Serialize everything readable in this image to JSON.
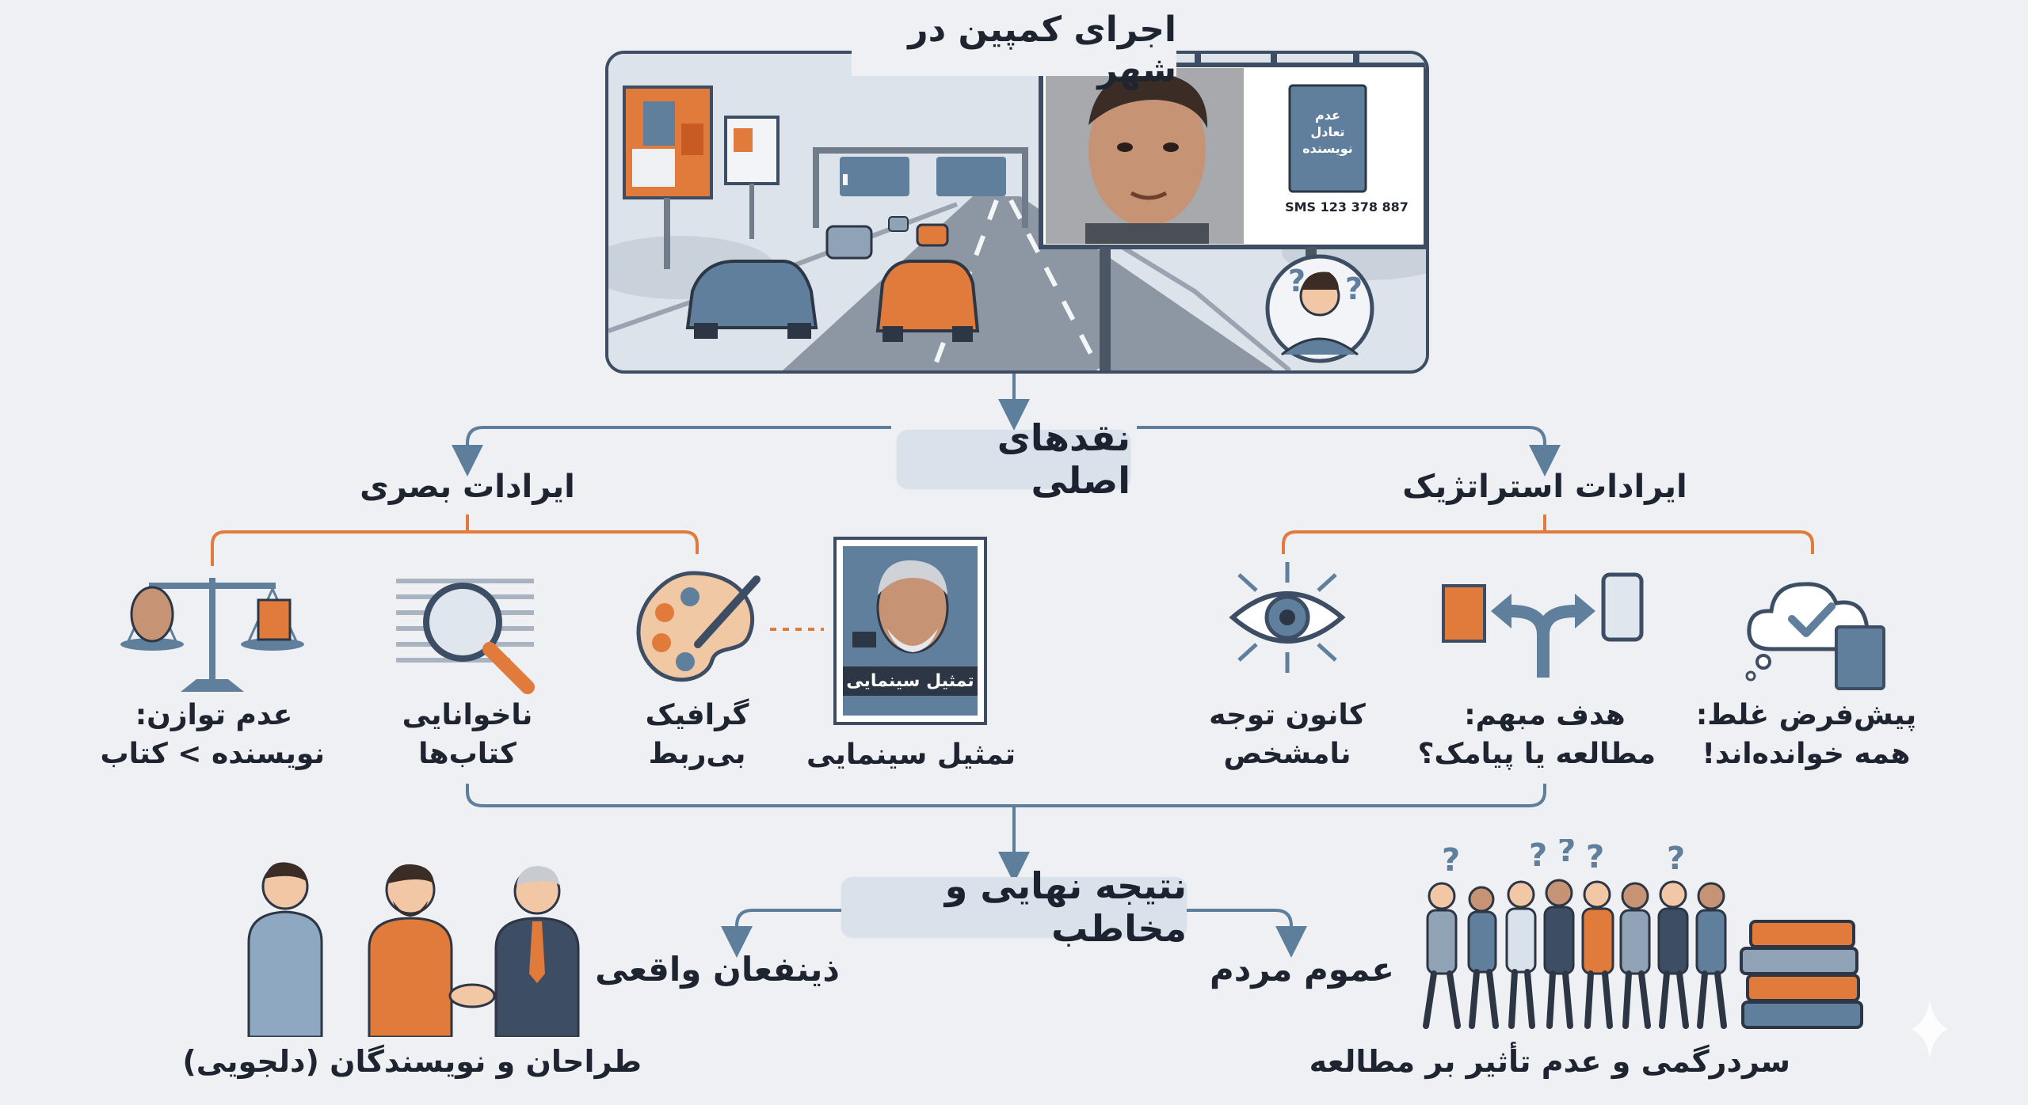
{
  "campaign": {
    "title": "اجرای کمپین در شهر",
    "billboard_book_text": "عدم تعادل\nنویسنده",
    "billboard_sms": "SMS 123 378 887"
  },
  "critiques": {
    "title": "نقدهای اصلی",
    "strategic": {
      "heading": "ایرادات استراتژیک",
      "items": [
        {
          "line1": "پیش‌فرض غلط:",
          "line2": "همه خوانده‌اند!"
        },
        {
          "line1": "هدف مبهم:",
          "line2": "مطالعه یا پیامک؟"
        },
        {
          "line1": "کانون توجه",
          "line2": "نامشخص"
        }
      ]
    },
    "visual": {
      "heading": "ایرادات بصری",
      "items": [
        {
          "line1": "گرافیک",
          "line2": "بی‌ربط"
        },
        {
          "line1": "ناخوانایی",
          "line2": "کتاب‌ها"
        },
        {
          "line1": "عدم توازن:",
          "line2": "نویسنده > کتاب"
        }
      ]
    },
    "cinematic": {
      "card_text": "تمثیل سینمایی",
      "label": "تمثیل سینمایی"
    }
  },
  "outcome": {
    "title": "نتیجه نهایی و مخاطب",
    "public": {
      "heading": "عموم مردم",
      "result": "سردرگمی و عدم تأثیر بر مطالعه"
    },
    "stakeholders": {
      "heading": "ذینفعان واقعی",
      "result": "طراحان و نویسندگان (دلجویی)"
    }
  },
  "colors": {
    "accent_orange": "#e07b3c",
    "connector_blue": "#5d7f9c",
    "dark_navy": "#3d4d63",
    "pill_bg": "#d9e1ea"
  }
}
